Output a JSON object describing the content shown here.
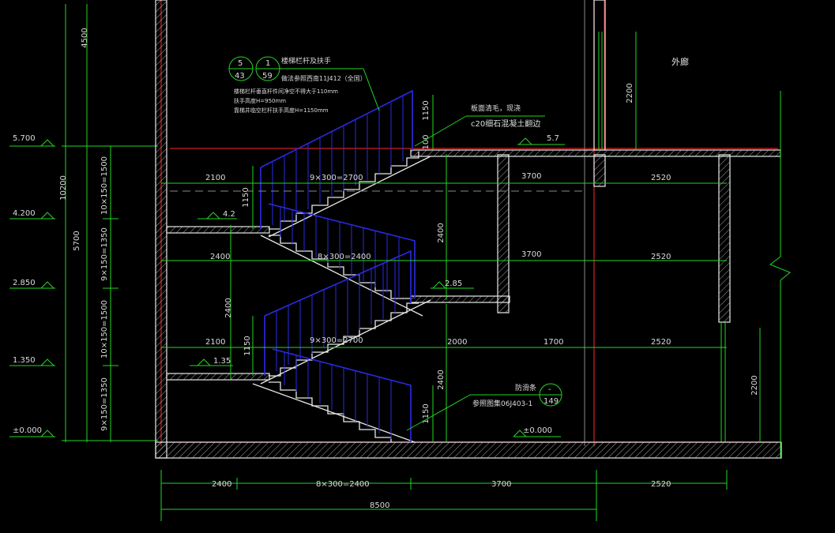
{
  "levels": {
    "l1": "5.700",
    "l2": "4.200",
    "l3": "2.850",
    "l4": "1.350",
    "l5": "±0.000"
  },
  "left_dims": {
    "d1": "4500",
    "d2": "10200",
    "d3": "5700",
    "f1": "10×150=1500",
    "f2": "9×150=1350",
    "f3": "10×150=1500",
    "f4": "9×150=1350"
  },
  "flights": {
    "f1": "9×300=2700",
    "f2": "8×300=2400",
    "f3": "9×300=2700"
  },
  "spans": {
    "a1": "2100",
    "a2": "2400",
    "a3": "2100",
    "b1": "3700",
    "b2": "3700",
    "c1": "2520",
    "c2": "2520",
    "c3": "2520",
    "m1": "2000",
    "m2": "1700"
  },
  "verticals": {
    "h1": "1150",
    "h2": "1150",
    "h3": "1150",
    "h4": "1150",
    "v1": "2400",
    "v2": "2400",
    "v3": "2400",
    "v4": "2200",
    "v5": "2200",
    "v6": "100"
  },
  "landings": {
    "p1": "4.2",
    "p2": "2.85",
    "p3": "1.35",
    "p4": "±0.000",
    "p5": "5.7"
  },
  "bottom_dims": {
    "b1": "2400",
    "b2": "8×300=2400",
    "b3": "3700",
    "b4": "2520",
    "total": "8500"
  },
  "callout_top": {
    "c1": "5",
    "c2": "1",
    "c3": "43",
    "c4": "59",
    "title": "楼梯栏杆及扶手",
    "ref": "做法参照西南11J412（全国）",
    "n1": "楼梯栏杆垂直杆件间净空不得大于110mm",
    "n2": "扶手高度H=950mm",
    "n3": "靠梯井临空栏杆扶手高度H=1150mm"
  },
  "callout_right": {
    "t1": "板面清毛，现浇",
    "t2": "c20细石混凝土翻边"
  },
  "callout_bottom": {
    "title": "防滑条",
    "ref": "参照图集06J403-1",
    "c1": "-",
    "c2": "149"
  },
  "room": "外廊"
}
